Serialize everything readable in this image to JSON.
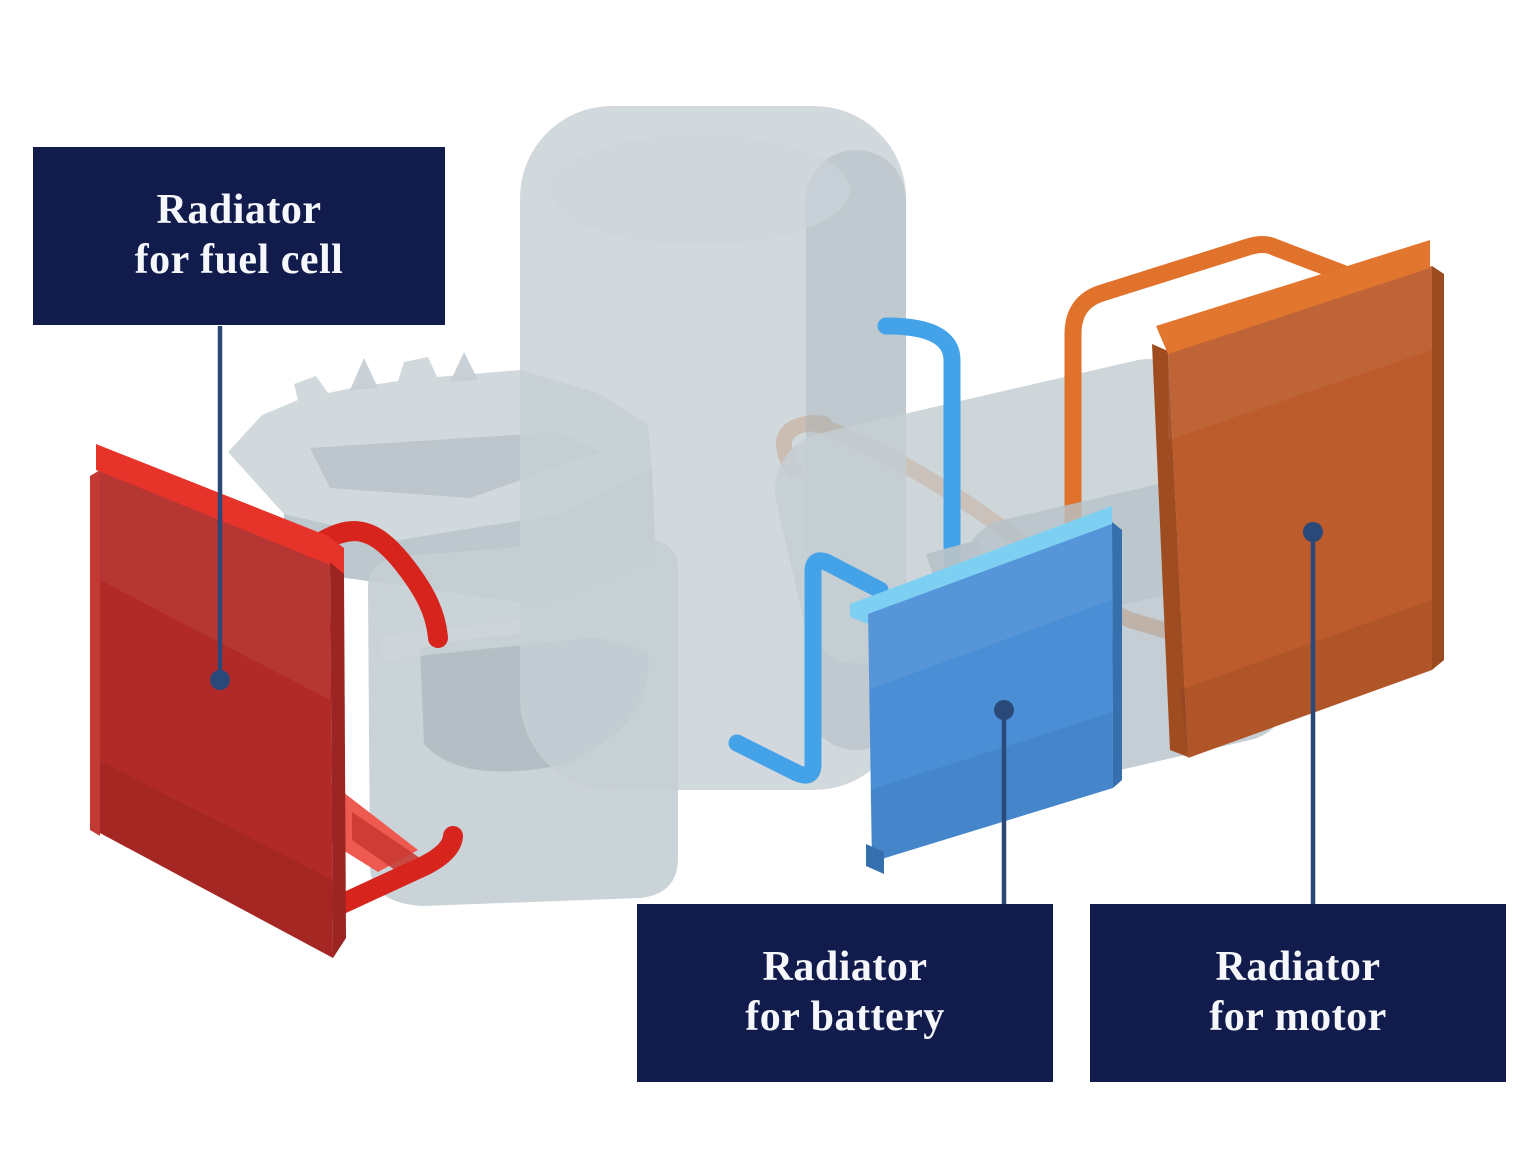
{
  "diagram": {
    "type": "exploded-3d-cooling-system",
    "labels": [
      {
        "id": "fuel-cell",
        "line1": "Radiator",
        "line2": "for fuel cell"
      },
      {
        "id": "battery",
        "line1": "Radiator",
        "line2": "for battery"
      },
      {
        "id": "motor",
        "line1": "Radiator",
        "line2": "for motor"
      }
    ],
    "components": [
      {
        "name": "radiator-fuel-cell",
        "color_key": "red-face"
      },
      {
        "name": "radiator-battery",
        "color_key": "blue-face"
      },
      {
        "name": "radiator-motor",
        "color_key": "orange-face"
      },
      {
        "name": "fuel-cell-coolant-pipes",
        "color_key": "red-pipe"
      },
      {
        "name": "battery-coolant-pipes",
        "color_key": "blue-pipe"
      },
      {
        "name": "motor-coolant-pipes",
        "color_key": "orange-pipe"
      },
      {
        "name": "powertrain-gray-assembly",
        "color_key": "gray"
      }
    ],
    "colors": {
      "background": "#ffffff",
      "callout-bg": "#111b4c",
      "callout-text": "#f6f7fb",
      "leader": "#2a4878",
      "red-face": "#b12a27",
      "red-edge": "#e6342b",
      "red-side": "#9c2422",
      "red-pipe": "#d7241d",
      "red-bracket": "#ef5a50",
      "blue-face": "#4a8ed6",
      "blue-edge": "#7ed0f3",
      "blue-side": "#366fae",
      "blue-pipe": "#44a2e9",
      "orange-face": "#bc5b2b",
      "orange-edge": "#e2762f",
      "orange-side": "#9c4a20",
      "orange-pipe": "#e0722c",
      "gray": "#c6cfd4",
      "gray-mid": "#b6c2c9",
      "gray-dark": "#9dabb4",
      "gray-light": "#cdd6da"
    }
  }
}
